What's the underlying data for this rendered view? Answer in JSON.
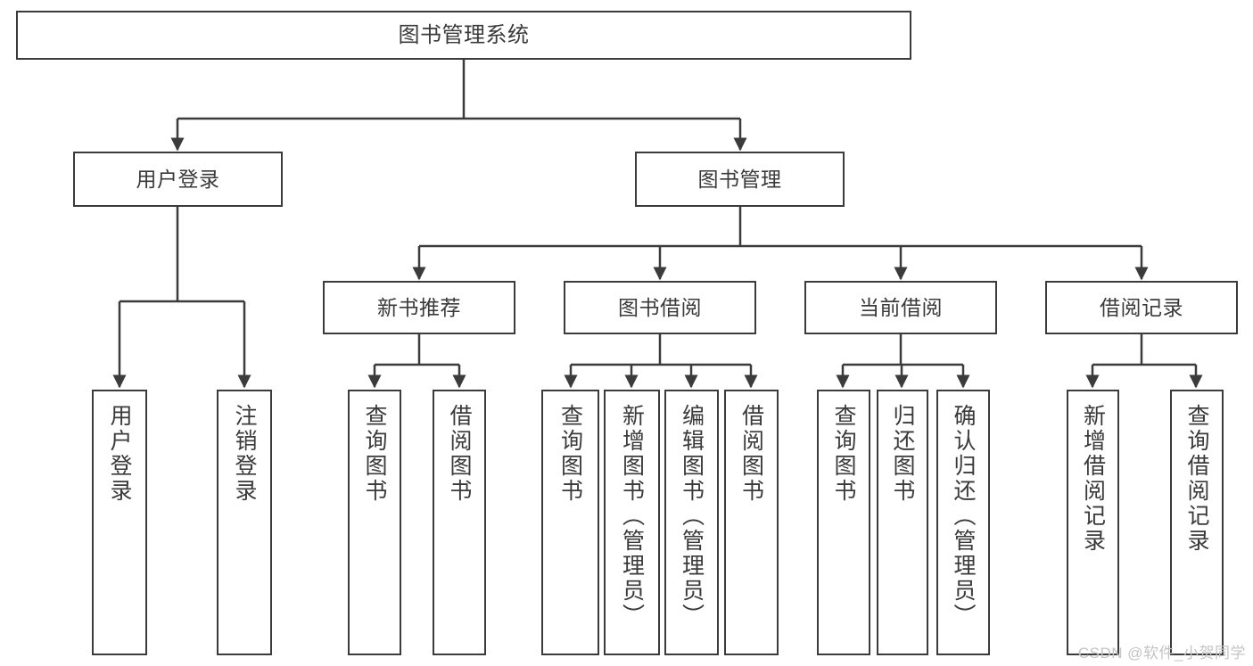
{
  "diagram": {
    "title": "图书管理系统",
    "type": "tree-hierarchy-chart",
    "watermark": "CSDN @软件_小贺同学",
    "colors": {
      "box_border": "#3b3b3b",
      "box_fill": "#ffffff",
      "edge": "#3b3b3b",
      "text": "#3a3a3a",
      "watermark": "#c4c4c4",
      "canvas": "#ffffff"
    },
    "nodes": {
      "root": {
        "label": "图书管理系统"
      },
      "level1": [
        {
          "label": "用户登录"
        },
        {
          "label": "图书管理"
        }
      ],
      "level2": [
        {
          "label": "新书推荐"
        },
        {
          "label": "图书借阅"
        },
        {
          "label": "当前借阅"
        },
        {
          "label": "借阅记录"
        }
      ],
      "leaves": {
        "user_login": [
          {
            "label": "用户登录"
          },
          {
            "label": "注销登录"
          }
        ],
        "new_book_recommend": [
          {
            "label": "查询图书"
          },
          {
            "label": "借阅图书"
          }
        ],
        "book_borrow": [
          {
            "label": "查询图书"
          },
          {
            "label": "新增图书（管理员）"
          },
          {
            "label": "编辑图书（管理员）"
          },
          {
            "label": "借阅图书"
          }
        ],
        "current_borrow": [
          {
            "label": "查询图书"
          },
          {
            "label": "归还图书"
          },
          {
            "label": "确认归还（管理员）"
          }
        ],
        "borrow_record": [
          {
            "label": "新增借阅记录"
          },
          {
            "label": "查询借阅记录"
          }
        ]
      }
    }
  }
}
